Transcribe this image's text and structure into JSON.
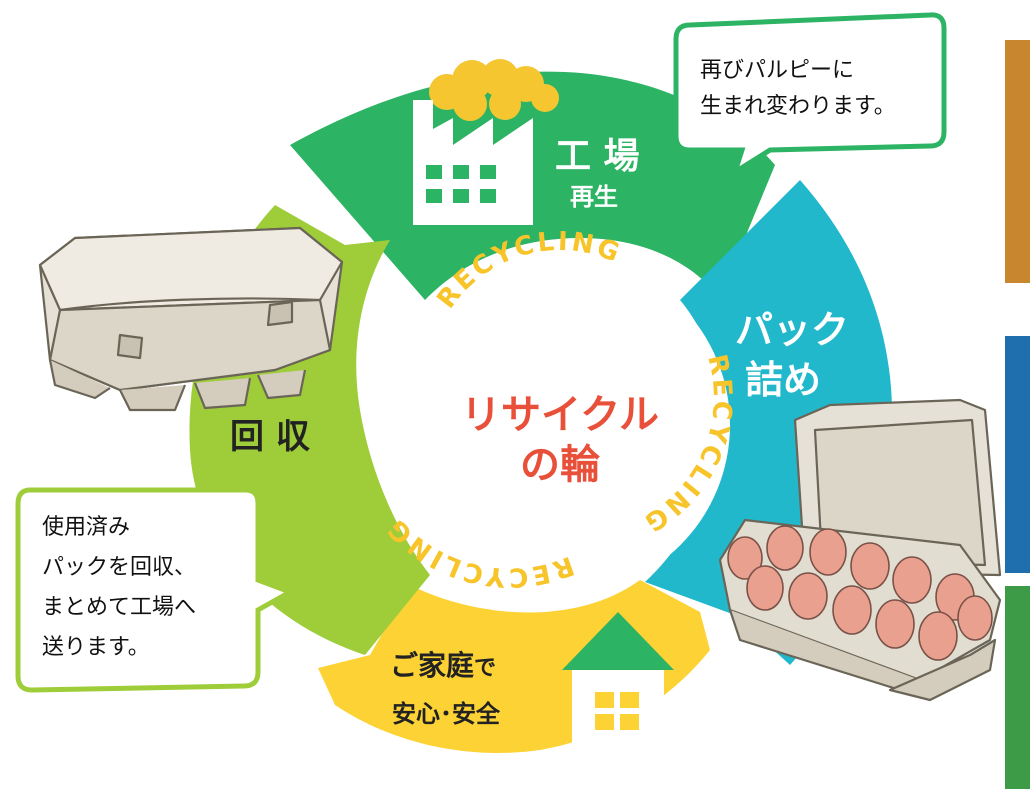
{
  "cycle": {
    "center_title_line1": "リサイクル",
    "center_title_line2": "の輪",
    "ring_text": "RECYCLING",
    "factory": {
      "title": "工 場",
      "subtitle": "再生"
    },
    "pack": {
      "line1": "パック",
      "line2": "詰め"
    },
    "home": {
      "line1_part_a": "ご家庭",
      "line1_part_b": "で",
      "line2": "安心･安全"
    },
    "collect": {
      "title": "回 収"
    }
  },
  "bubbles": {
    "factory": {
      "lines": [
        "再びパルピーに",
        "生まれ変わります。"
      ]
    },
    "collect": {
      "lines": [
        "使用済み",
        "パックを回収、",
        "まとめて工場へ",
        "送ります。"
      ]
    }
  },
  "colors": {
    "factory_green": "#2db364",
    "pack_cyan": "#22b8cc",
    "home_yellow": "#fdd235",
    "collect_lime": "#9fcd3a",
    "center_red": "#e8503a",
    "ring_text_yellow": "#f7c42a",
    "side_brown": "#c8862e",
    "side_blue": "#1f6fae",
    "side_green": "#3d9b47"
  },
  "icons": [
    "factory-icon",
    "house-icon",
    "egg-carton-closed-icon",
    "egg-carton-open-icon"
  ]
}
